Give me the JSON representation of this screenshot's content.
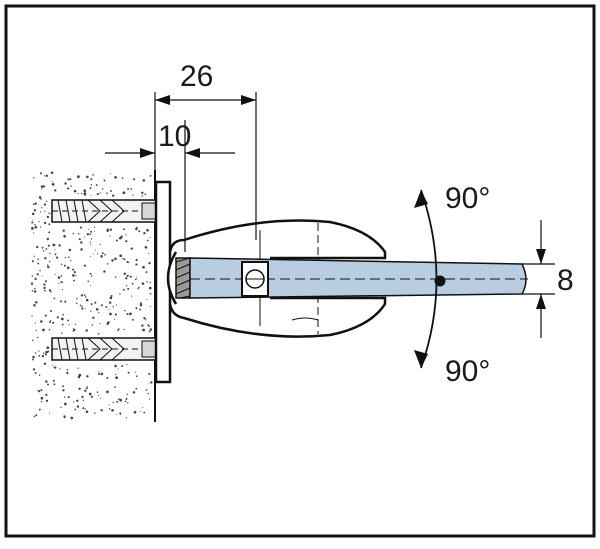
{
  "dimensions": {
    "overall_depth": "26",
    "plate_thickness": "10",
    "glass_thickness": "8"
  },
  "rotation": {
    "up_angle": "90°",
    "down_angle": "90°"
  },
  "colors": {
    "frame": "#111111",
    "glass_fill": "#b8cde0",
    "wall_hatch_dots": "#444444",
    "line": "#111111"
  }
}
